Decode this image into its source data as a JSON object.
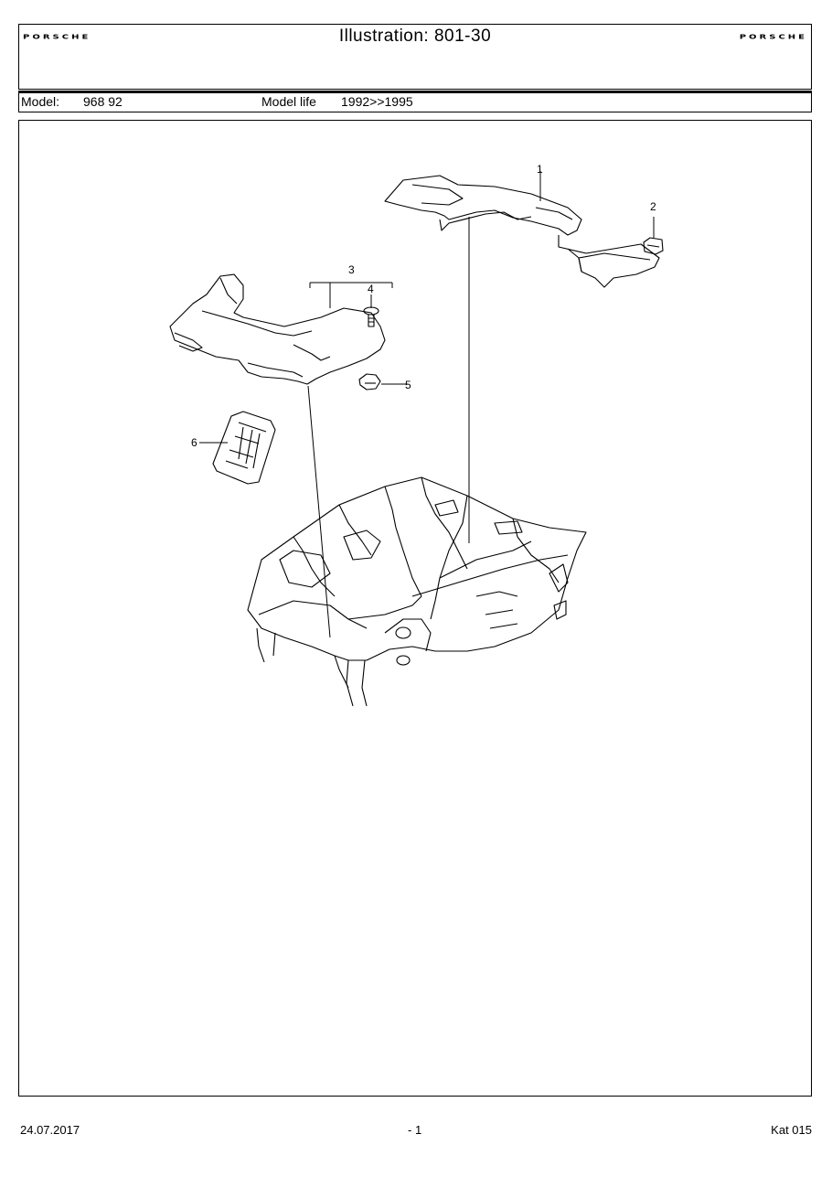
{
  "header": {
    "brand_left": "PORSCHE",
    "brand_right": "PORSCHE",
    "title": "Illustration: 801-30"
  },
  "model": {
    "model_label": "Model:",
    "model_value": "968 92",
    "life_label": "Model life",
    "life_value": "1992>>1995"
  },
  "callouts": [
    "1",
    "2",
    "3",
    "4",
    "5",
    "6"
  ],
  "footer": {
    "date": "24.07.2017",
    "page": "- 1",
    "catalog": "Kat 015"
  }
}
